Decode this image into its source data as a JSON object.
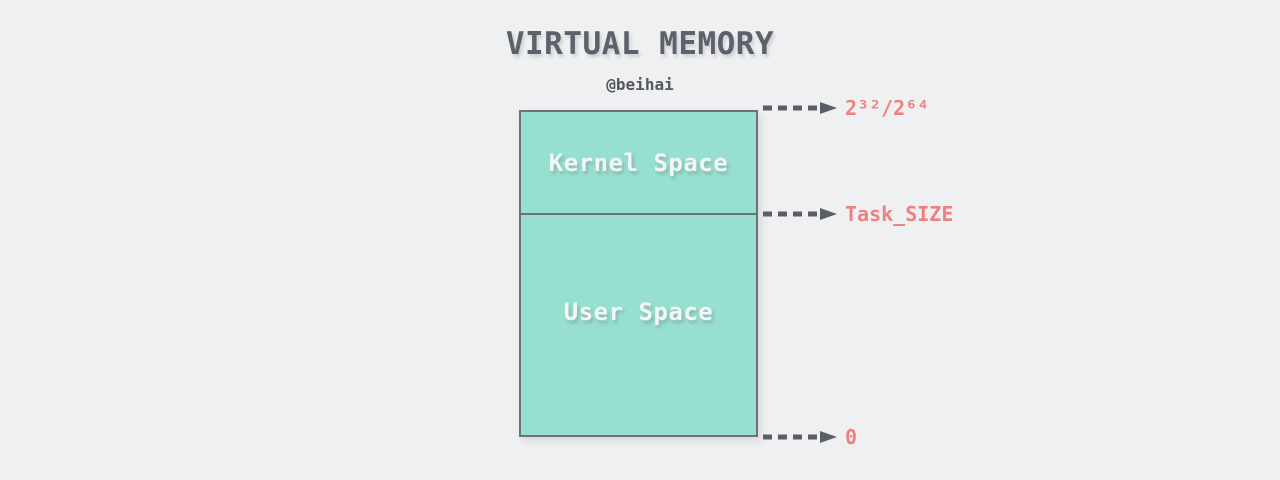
{
  "title": "VIRTUAL MEMORY",
  "subtitle": "@beihai",
  "diagram": {
    "box_name": "virtual-memory-address-space",
    "segments": [
      {
        "id": "kernel-space",
        "label": "Kernel Space"
      },
      {
        "id": "user-space",
        "label": "User Space"
      }
    ],
    "markers": [
      {
        "id": "top-address",
        "label": "2³²/2⁶⁴"
      },
      {
        "id": "task-size",
        "label": "Task_SIZE"
      },
      {
        "id": "zero-address",
        "label": "0"
      }
    ]
  },
  "colors": {
    "background": "#eff0f2",
    "segment_fill": "#97e0d1",
    "segment_border": "#6e7277",
    "segment_text": "#f2f7f6",
    "arrow": "#5b5e68",
    "marker_label": "#f08080",
    "title_text": "#5d616b",
    "subtitle_text": "#54575e"
  }
}
